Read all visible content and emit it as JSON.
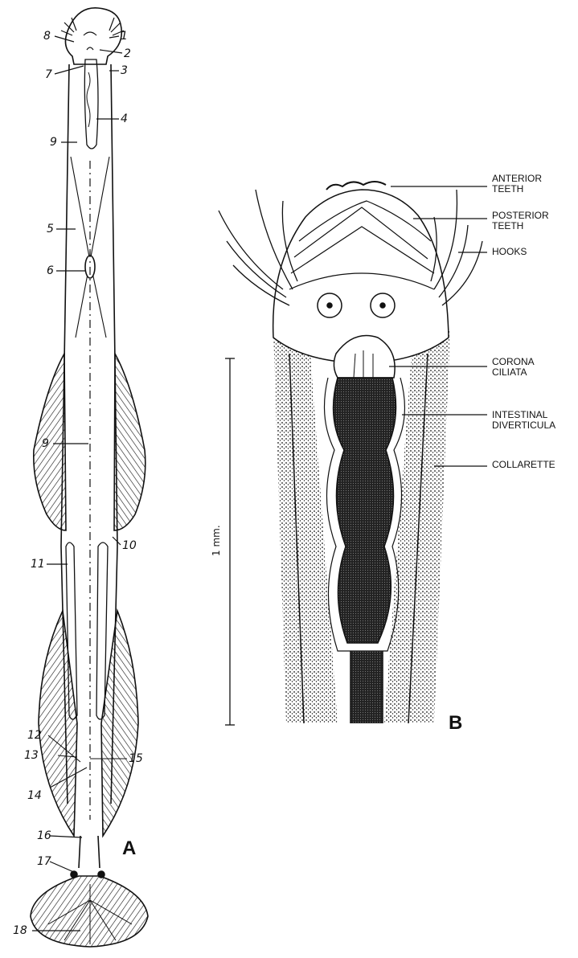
{
  "panel_a": {
    "letter": "A",
    "labels": [
      "1",
      "2",
      "3",
      "4",
      "5",
      "6",
      "7",
      "8",
      "9",
      "9",
      "10",
      "11",
      "12",
      "13",
      "14",
      "15",
      "16",
      "17",
      "18"
    ]
  },
  "panel_b": {
    "letter": "B",
    "labels": [
      "ANTERIOR\nTEETH",
      "POSTERIOR\nTEETH",
      "HOOKS",
      "CORONA\nCILIATA",
      "INTESTINAL\nDIVERTICULA",
      "COLLARETTE"
    ],
    "scale_label": "1 mm."
  },
  "colors": {
    "ink": "#111111",
    "background": "#ffffff"
  }
}
